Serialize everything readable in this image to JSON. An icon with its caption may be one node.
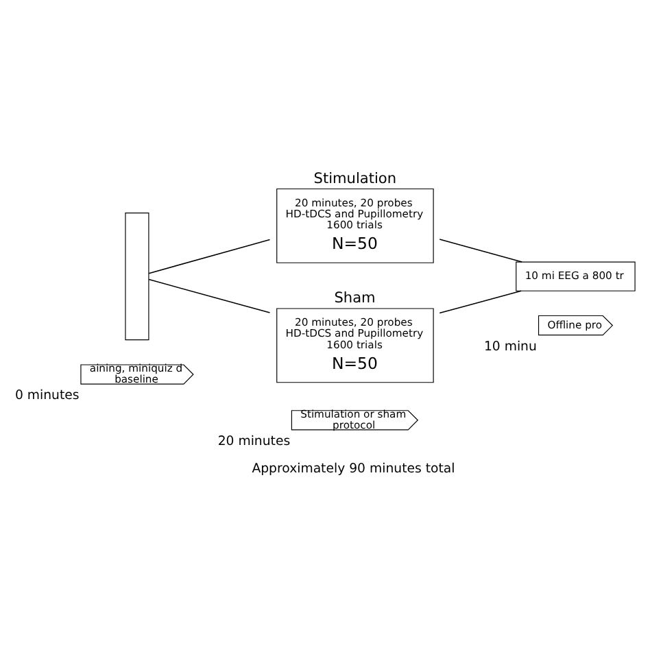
{
  "diagram": {
    "nodes": [
      {
        "text": [],
        "shape": "box"
      },
      {
        "text": [
          "Stimulation",
          "20 minutes, 20 probes HD-tDCS and Pupillometry 1600 trials",
          "N=50"
        ]
      },
      {
        "text": [
          "Sham",
          "20 minutes, 20 probes HD-tDCS and Pupillometry 1600 trials",
          "N=50"
        ]
      },
      {
        "text": [
          "10 mi EEG a 800 tr"
        ]
      },
      {
        "text": [
          "aining, miniquiz d baseline"
        ],
        "beside": [
          "0 minutes"
        ]
      },
      {
        "text": [
          "Stimulation or sham protocol"
        ],
        "beside": [
          "20 minutes"
        ]
      },
      {
        "text": [
          "Offline pro"
        ],
        "beside": [
          "10 minu"
        ]
      }
    ],
    "edges": [
      {
        "from": 0,
        "to": 1,
        "arrow": "none"
      },
      {
        "from": 0,
        "to": 2,
        "arrow": "none"
      },
      {
        "from": 1,
        "to": 3,
        "arrow": "none"
      },
      {
        "from": 2,
        "to": 3,
        "arrow": "none"
      }
    ],
    "labels": [
      "Approximately 90 minutes total"
    ]
  }
}
